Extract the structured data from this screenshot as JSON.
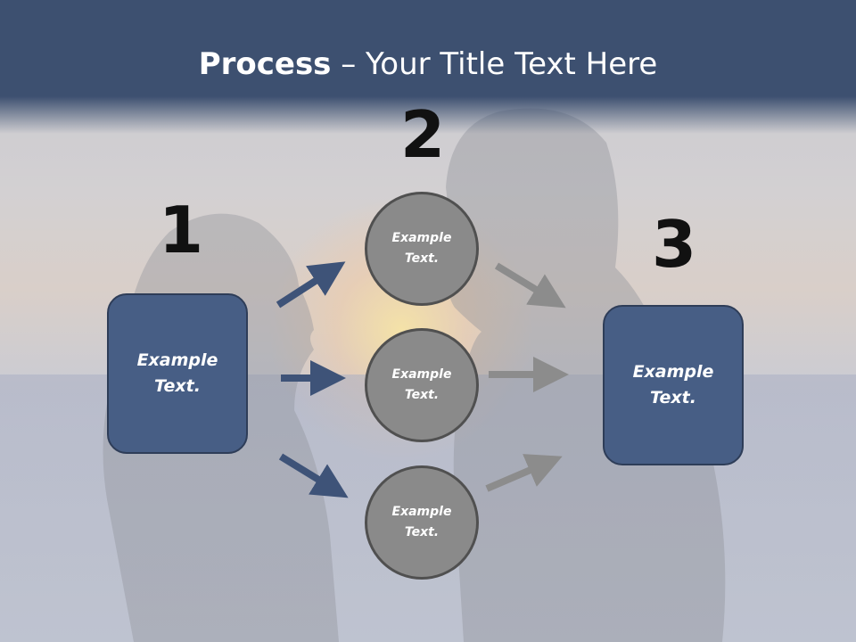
{
  "title": {
    "bold": "Process",
    "rest": " – Your Title Text Here"
  },
  "steps": {
    "one": "1",
    "two": "2",
    "three": "3"
  },
  "left_box": {
    "line1": "Example",
    "line2": "Text."
  },
  "right_box": {
    "line1": "Example",
    "line2": "Text."
  },
  "circles": [
    {
      "line1": "Example",
      "line2": "Text."
    },
    {
      "line1": "Example",
      "line2": "Text."
    },
    {
      "line1": "Example",
      "line2": "Text."
    }
  ],
  "colors": {
    "header": "#3d5070",
    "box_fill": "#475e85",
    "circle_fill": "#8a8a8a",
    "blue_arrow": "#3e5378",
    "gray_arrow": "#8c8c8c"
  }
}
